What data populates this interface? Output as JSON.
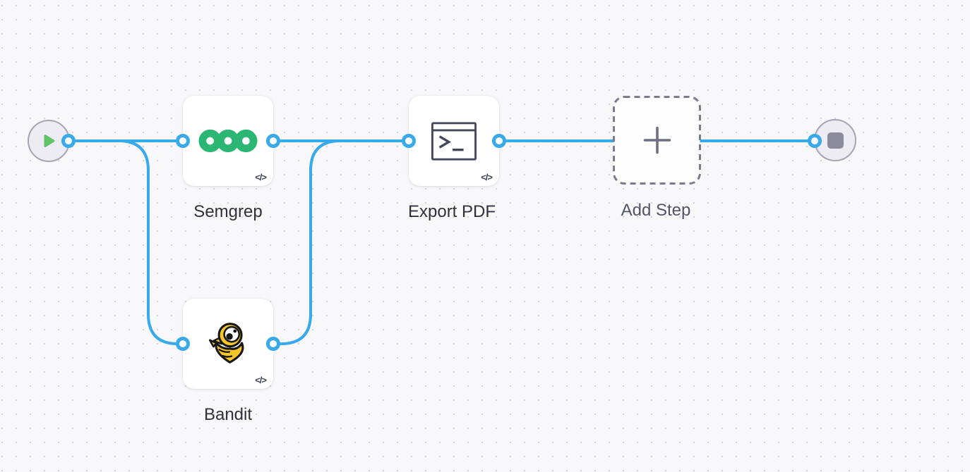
{
  "canvas": {
    "background_color": "#f8f8fb",
    "dot_color": "#d4d4dd",
    "connection_color": "#38aaec",
    "port_fill": "#ffffff"
  },
  "nodes": {
    "start": {
      "icon": "play-icon",
      "icon_color": "#62c366"
    },
    "semgrep": {
      "label": "Semgrep",
      "icon": "semgrep-logo",
      "icon_color": "#2bb673",
      "badge": "</>"
    },
    "bandit": {
      "label": "Bandit",
      "icon": "bandit-logo",
      "icon_color": "#f9c628",
      "badge": "</>"
    },
    "export_pdf": {
      "label": "Export PDF",
      "icon": "terminal-icon",
      "icon_color": "#454858",
      "badge": "</>"
    },
    "add_step": {
      "label": "Add Step",
      "icon": "plus-icon",
      "icon_color": "#6f6f83",
      "border_color": "#7b7b8e"
    },
    "end": {
      "icon": "stop-icon",
      "icon_color": "#8c8b9d"
    }
  }
}
